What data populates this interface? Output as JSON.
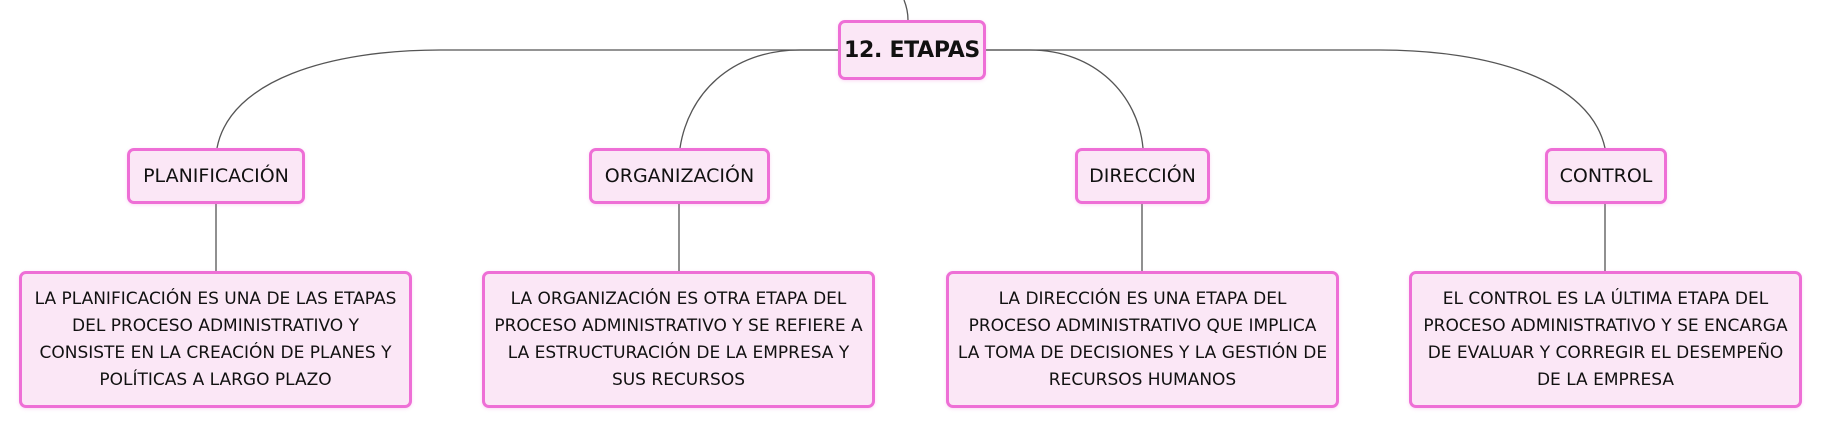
{
  "root": {
    "label": "12. ETAPAS"
  },
  "stages": [
    {
      "title": "PLANIFICACIÓN",
      "description": "LA PLANIFICACIÓN ES UNA DE LAS ETAPAS DEL PROCESO ADMINISTRATIVO Y CONSISTE EN LA CREACIÓN DE PLANES Y POLÍTICAS A LARGO PLAZO"
    },
    {
      "title": "ORGANIZACIÓN",
      "description": "LA ORGANIZACIÓN ES OTRA ETAPA DEL PROCESO ADMINISTRATIVO Y SE REFIERE A LA ESTRUCTURACIÓN DE LA EMPRESA Y SUS RECURSOS"
    },
    {
      "title": "DIRECCIÓN",
      "description": "LA DIRECCIÓN ES UNA ETAPA DEL PROCESO ADMINISTRATIVO QUE IMPLICA LA TOMA DE DECISIONES Y LA GESTIÓN DE RECURSOS HUMANOS"
    },
    {
      "title": "CONTROL",
      "description": "EL CONTROL ES LA ÚLTIMA ETAPA DEL PROCESO ADMINISTRATIVO Y SE ENCARGA DE EVALUAR Y CORREGIR EL DESEMPEÑO DE LA EMPRESA"
    }
  ],
  "colors": {
    "node_fill": "#fbe7f6",
    "node_border": "#ee6fd6",
    "connector": "#555555",
    "text": "#111111"
  }
}
